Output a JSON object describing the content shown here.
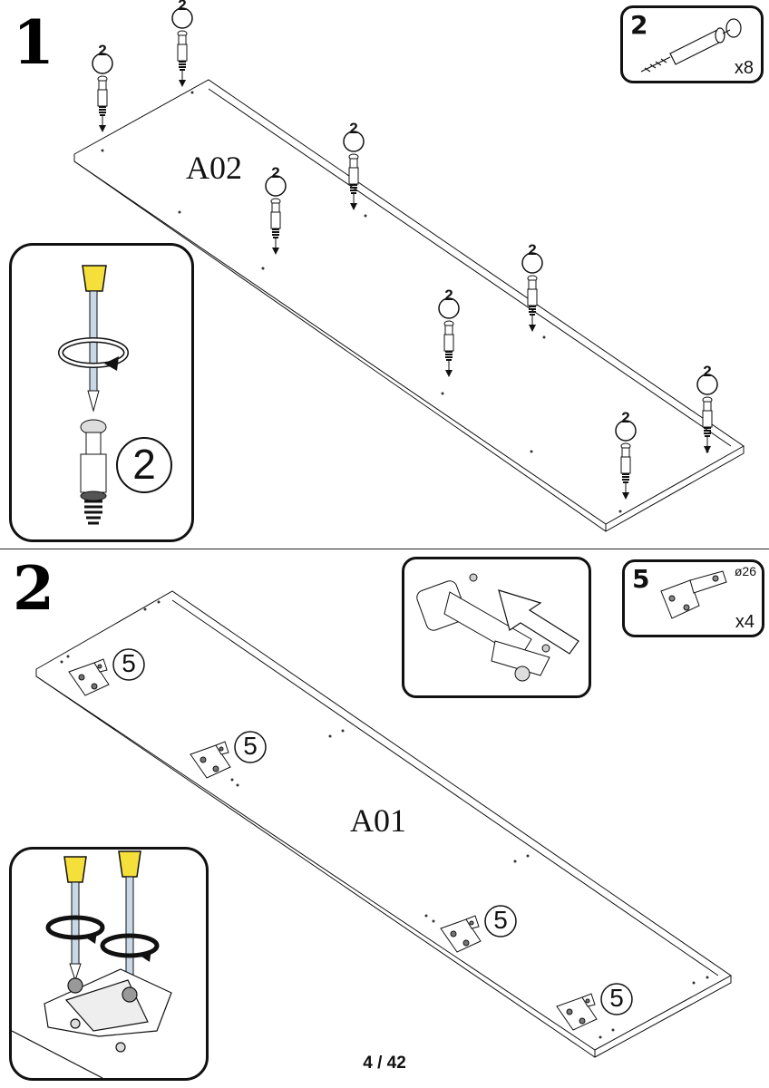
{
  "step1": {
    "number": "1",
    "panel_label": "A02",
    "part_box": {
      "part_number": "2",
      "quantity": "x8"
    },
    "callout_number": "2",
    "cam_callout_number": "2"
  },
  "step2": {
    "number": "2",
    "panel_label": "A01",
    "part_box": {
      "part_number": "5",
      "diameter": "ø26",
      "quantity": "x4"
    },
    "callout_number": "5"
  },
  "footer": {
    "page": "4 / 42"
  },
  "colors": {
    "line": "#111111",
    "handle_yellow": "#f5df3a",
    "arrow_fill": "#ffffff"
  }
}
